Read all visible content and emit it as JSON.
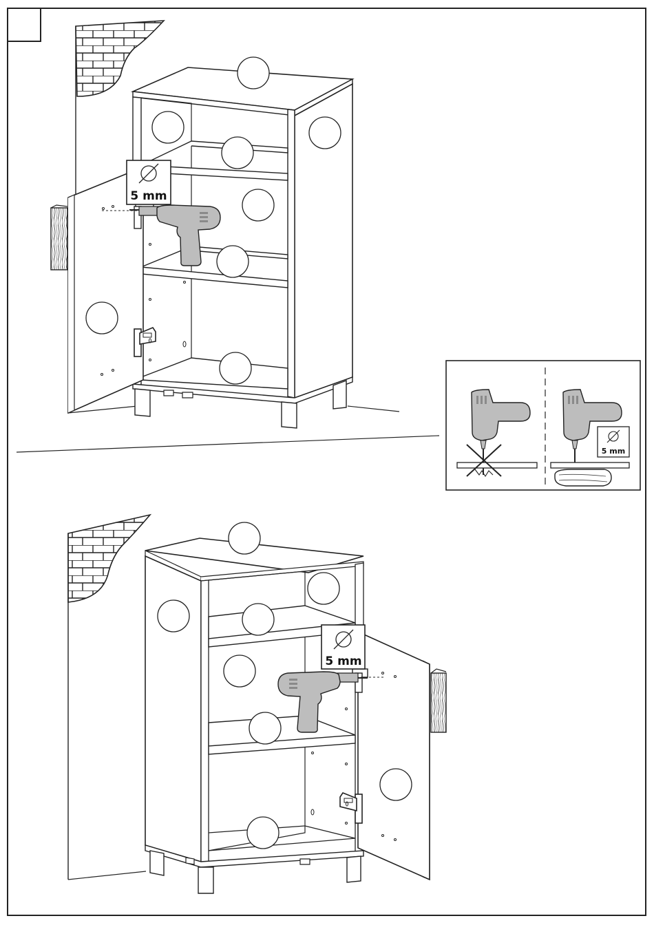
{
  "page": {
    "step_number": ""
  },
  "callouts": {
    "top_drill_size": "5 mm",
    "bottom_drill_size": "5 mm",
    "inset_drill_size": "5 mm"
  },
  "icons": {
    "diameter_symbol": "diameter-icon",
    "wrong_mark": "cross-icon",
    "drill": "drill-icon"
  },
  "colors": {
    "line": "#222222",
    "drill_fill": "#bdbdbd",
    "drill_dark": "#8a8a8a",
    "background": "#ffffff"
  }
}
